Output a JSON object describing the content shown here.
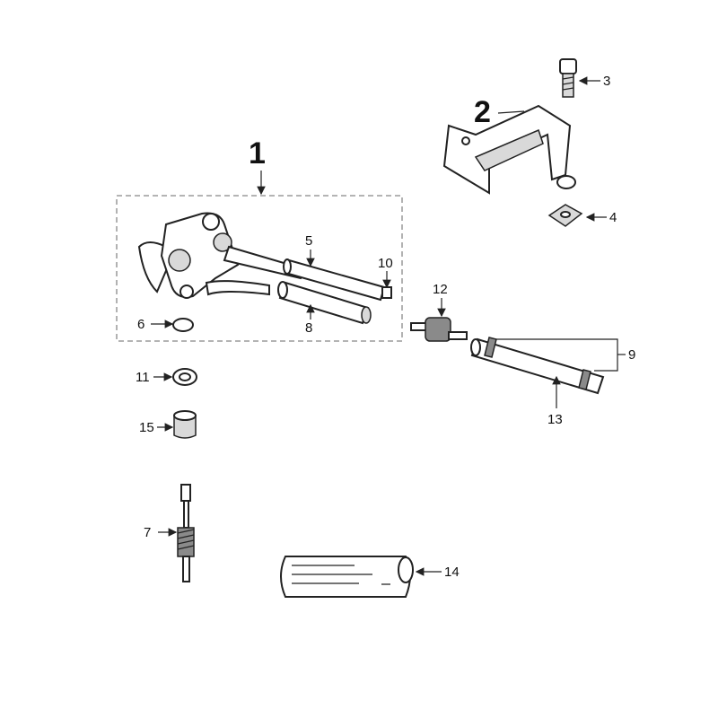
{
  "callouts": {
    "p1": "1",
    "p2": "2",
    "p3": "3",
    "p4": "4",
    "p5": "5",
    "p6": "6",
    "p7": "7",
    "p8": "8",
    "p9": "9",
    "p10": "10",
    "p11": "11",
    "p12": "12",
    "p13": "13",
    "p14": "14",
    "p15": "15"
  },
  "colors": {
    "line": "#222222",
    "background": "#ffffff"
  }
}
